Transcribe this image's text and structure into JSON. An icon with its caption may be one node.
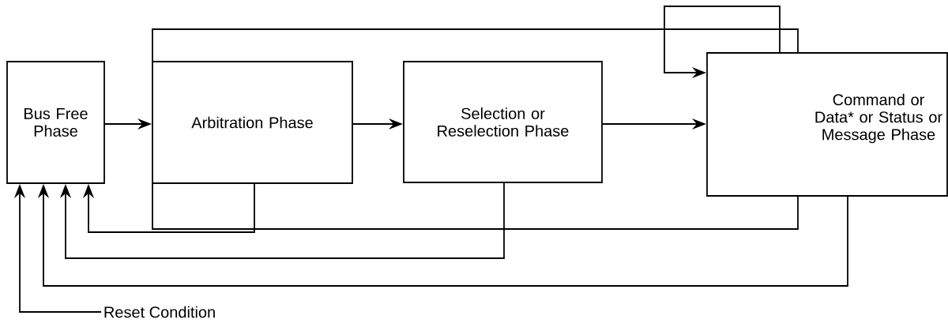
{
  "diagram": {
    "nodes": [
      {
        "text": [
          "Bus Free Phase"
        ]
      },
      {
        "text": [
          "Arbitration Phase"
        ]
      },
      {
        "text": [
          "Selection or Reselection Phase"
        ]
      },
      {
        "text": [
          "Command or Data* or Status or Message Phase"
        ]
      },
      {
        "text": [
          "Reset Condition"
        ]
      }
    ],
    "edges": [
      {
        "from": 0,
        "to": 1,
        "arrow": "to"
      },
      {
        "from": 1,
        "to": 2,
        "arrow": "to"
      },
      {
        "from": 2,
        "to": 3,
        "arrow": "to"
      },
      {
        "from": 3,
        "to": 3,
        "arrow": "to"
      },
      {
        "from": 1,
        "to": 0,
        "arrow": "to"
      },
      {
        "from": 2,
        "to": 0,
        "arrow": "to"
      },
      {
        "from": 3,
        "to": 0,
        "arrow": "to"
      },
      {
        "from": 4,
        "to": 0,
        "arrow": "to"
      }
    ]
  }
}
